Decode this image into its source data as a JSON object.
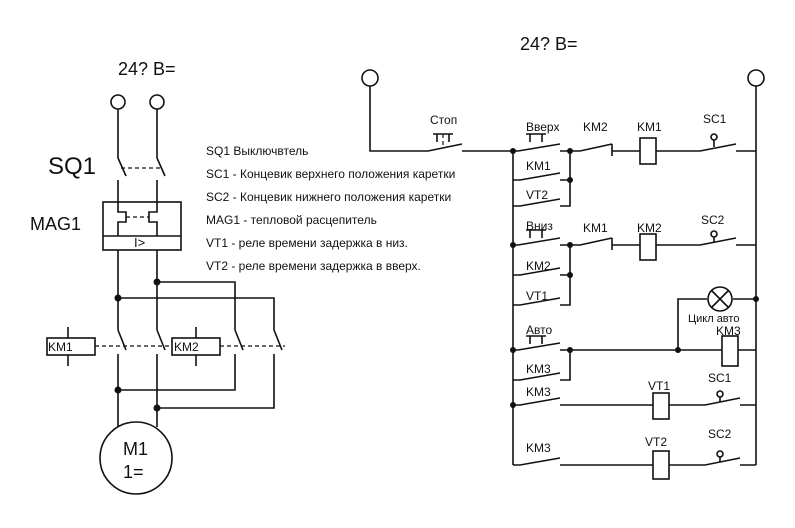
{
  "supply_left": "24? В=",
  "supply_right": "24? В=",
  "sq1": "SQ1",
  "mag1": "MAG1",
  "breaker_symbol": "I>",
  "km1_coil": "KM1",
  "km2_coil": "KM2",
  "motor": {
    "name": "M1",
    "type": "1="
  },
  "legend": [
    "SQ1 Выключвтель",
    "SC1 - Концевик верхнего положения каретки",
    "SC2 - Концевик нижнего положения каретки",
    "MAG1 - тепловой расцепитель",
    "VT1 - реле времени задержка в низ.",
    "VT2 - реле времени задержка в вверх."
  ],
  "control": {
    "stop": "Стоп",
    "up": "Вверх",
    "down": "Вниз",
    "auto": "Авто",
    "lamp": "Цикл авто",
    "km1": "KM1",
    "km2": "KM2",
    "km3": "KM3",
    "vt1": "VT1",
    "vt2": "VT2",
    "sc1": "SC1",
    "sc2": "SC2"
  }
}
